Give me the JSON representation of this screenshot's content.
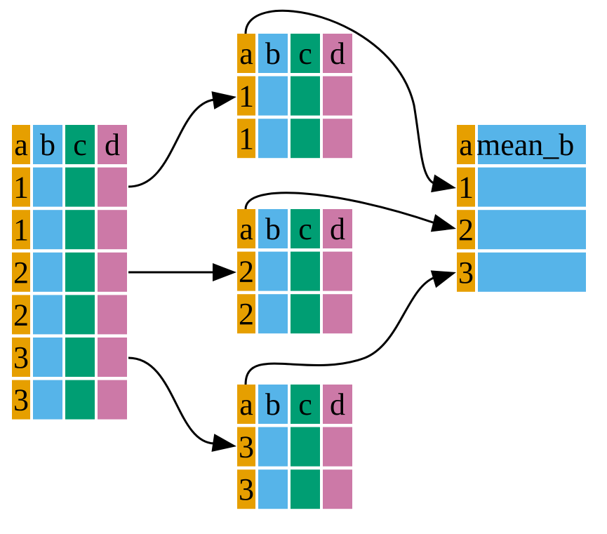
{
  "colors": {
    "a": "#E69F00",
    "b": "#56B4E9",
    "c": "#009E73",
    "d": "#CC79A7",
    "mean_b": "#56B4E9",
    "edge": "#000000"
  },
  "tables": {
    "source": {
      "columns": [
        "a",
        "b",
        "c",
        "d"
      ],
      "rows": [
        [
          "1",
          "",
          "",
          ""
        ],
        [
          "1",
          "",
          "",
          ""
        ],
        [
          "2",
          "",
          "",
          ""
        ],
        [
          "2",
          "",
          "",
          ""
        ],
        [
          "3",
          "",
          "",
          ""
        ],
        [
          "3",
          "",
          "",
          ""
        ]
      ]
    },
    "group_1": {
      "columns": [
        "a",
        "b",
        "c",
        "d"
      ],
      "rows": [
        [
          "1",
          "",
          "",
          ""
        ],
        [
          "1",
          "",
          "",
          ""
        ]
      ]
    },
    "group_2": {
      "columns": [
        "a",
        "b",
        "c",
        "d"
      ],
      "rows": [
        [
          "2",
          "",
          "",
          ""
        ],
        [
          "2",
          "",
          "",
          ""
        ]
      ]
    },
    "group_3": {
      "columns": [
        "a",
        "b",
        "c",
        "d"
      ],
      "rows": [
        [
          "3",
          "",
          "",
          ""
        ],
        [
          "3",
          "",
          "",
          ""
        ]
      ]
    },
    "result": {
      "columns": [
        "a",
        "mean_b"
      ],
      "rows": [
        [
          "1",
          ""
        ],
        [
          "2",
          ""
        ],
        [
          "3",
          ""
        ]
      ]
    }
  },
  "edges": [
    {
      "from": "source.rows.0-1",
      "to": "group_1",
      "label": ""
    },
    {
      "from": "source.rows.2-3",
      "to": "group_2",
      "label": ""
    },
    {
      "from": "source.rows.4-5",
      "to": "group_3",
      "label": ""
    },
    {
      "from": "group_1",
      "to": "result.rows.0",
      "label": ""
    },
    {
      "from": "group_2",
      "to": "result.rows.1",
      "label": ""
    },
    {
      "from": "group_3",
      "to": "result.rows.2",
      "label": ""
    }
  ]
}
